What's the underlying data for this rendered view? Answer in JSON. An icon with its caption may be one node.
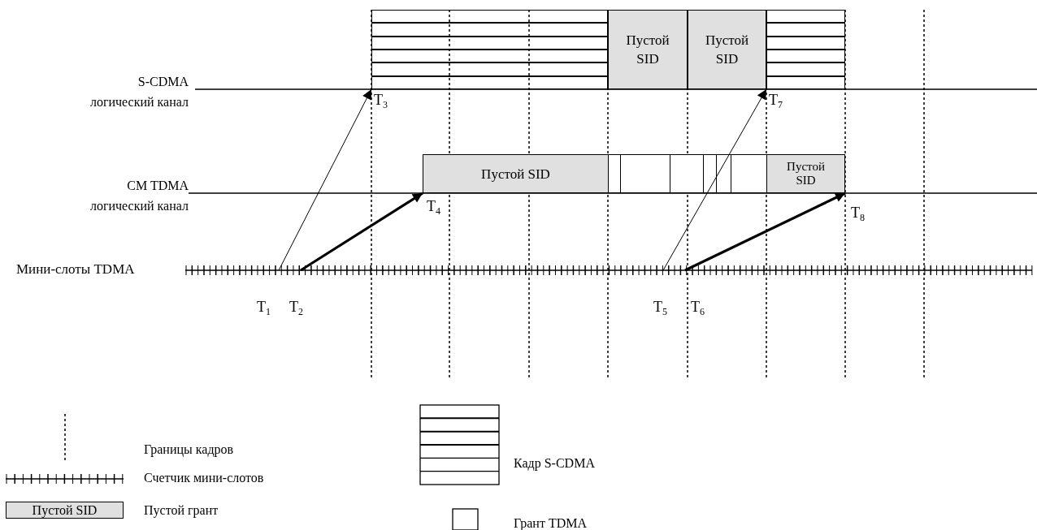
{
  "diagram": {
    "nodes": [
      {
        "text": [],
        "shape": "box"
      },
      {
        "text": [
          "Пустой SID"
        ]
      },
      {
        "text": [
          "Пустой SID"
        ]
      },
      {
        "text": [],
        "shape": "box"
      },
      {
        "text": [
          "Пустой SID"
        ]
      },
      {
        "text": [],
        "shape": "box"
      },
      {
        "text": [],
        "shape": "box"
      },
      {
        "text": [],
        "shape": "box"
      },
      {
        "text": [],
        "shape": "box"
      },
      {
        "text": [],
        "shape": "box"
      },
      {
        "text": [],
        "shape": "box"
      },
      {
        "text": [
          "Пустой SID"
        ]
      },
      {
        "text": [
          "Пустой SID"
        ]
      }
    ],
    "edges": [
      {
        "from": null,
        "to": 0,
        "arrow": "to"
      },
      {
        "from": null,
        "to": 4,
        "arrow": "to",
        "style": "thick"
      },
      {
        "from": null,
        "to": 2,
        "arrow": "to"
      },
      {
        "from": null,
        "to": 11,
        "arrow": "to",
        "style": "thick"
      }
    ],
    "labels": [
      "S-CDMA логический канал",
      "T$_{3}$",
      "T$_{7}$",
      "CM TDMA логический канал",
      "T$_{4}$",
      "T$_{8}$",
      "Мини-слоты TDMA",
      "T$_{1}$",
      "T$_{2}$",
      "T$_{5}$",
      "T$_{6}$"
    ],
    "legend": [
      {
        "text": "Границы кадров"
      },
      {
        "text": "Счетчик мини-слотов"
      },
      {
        "text": "Пустой грант"
      },
      {
        "text": "Кадр S-CDMA"
      },
      {
        "text": "Грант TDMA"
      }
    ]
  }
}
